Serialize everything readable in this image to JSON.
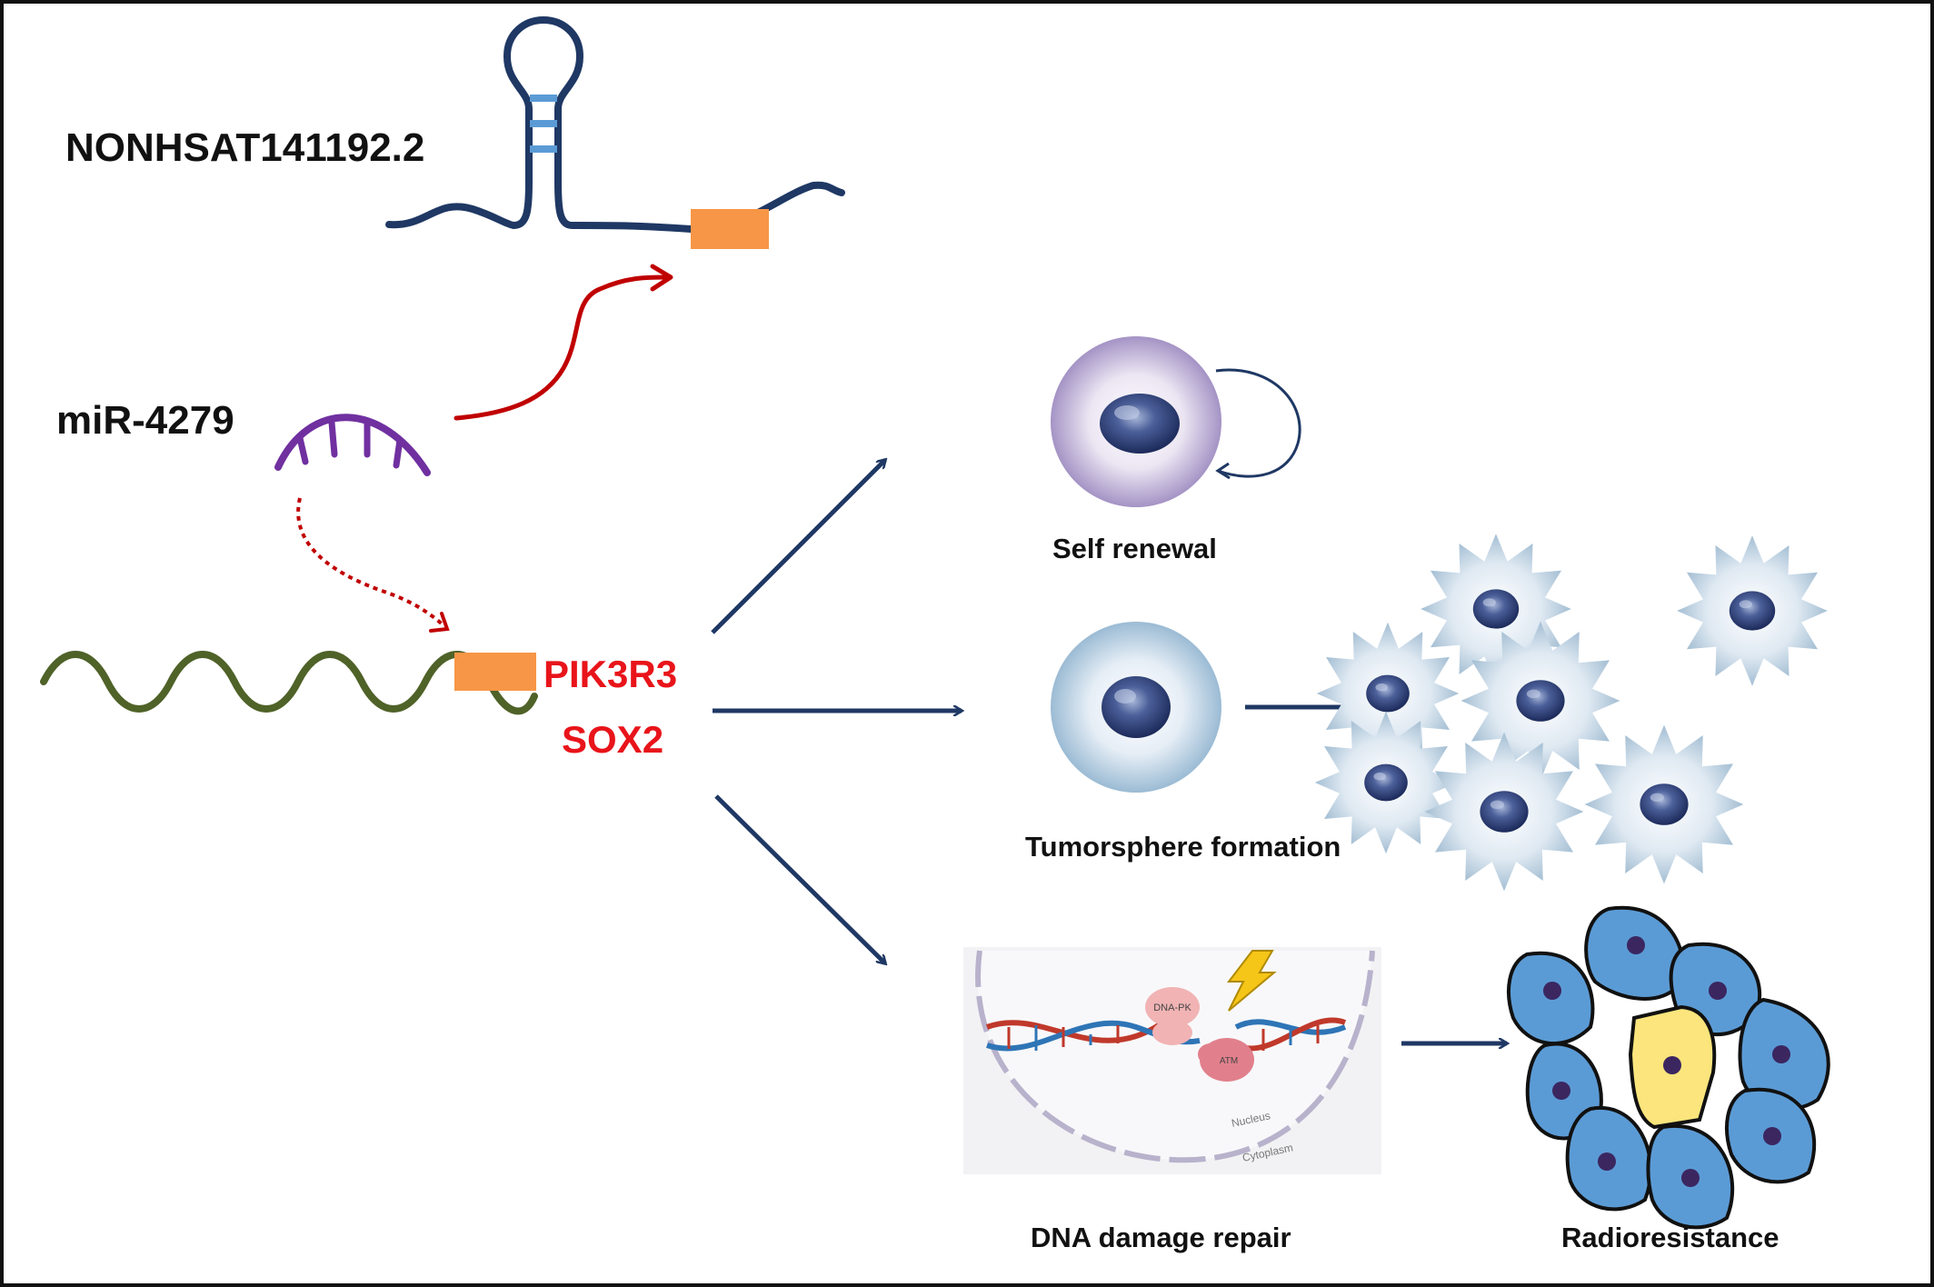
{
  "labels": {
    "lncrna": "NONHSAT141192.2",
    "mirna": "miR-4279",
    "gene1": "PIK3R3",
    "gene2": "SOX2",
    "self_renewal": "Self renewal",
    "tumorsphere": "Tumorsphere formation",
    "dna_repair": "DNA damage repair",
    "radioresistance": "Radioresistance"
  },
  "inset": {
    "dna_pk": "DNA-PK",
    "atm": "ATM",
    "nucleus": "Nucleus",
    "cytoplasm": "Cytoplasm"
  },
  "colors": {
    "arrow_navy": "#1f3864",
    "inhibit_red": "#c00000",
    "target_orange": "#f79646",
    "mirna_purple": "#7030a0",
    "mrna_green": "#4f6228",
    "gene_red": "#e8141a",
    "stem_blue": "#5b9bd5"
  },
  "icons": {
    "self_renewal_cell": "stem-cell-icon",
    "tumorsphere_cell": "tumorsphere-cell-icon",
    "spiky_cluster": "spiky-cell-cluster-icon",
    "dna_inset": "dna-repair-inset-icon",
    "radioresistant_cluster": "cell-cluster-icon",
    "lightning": "lightning-icon"
  }
}
